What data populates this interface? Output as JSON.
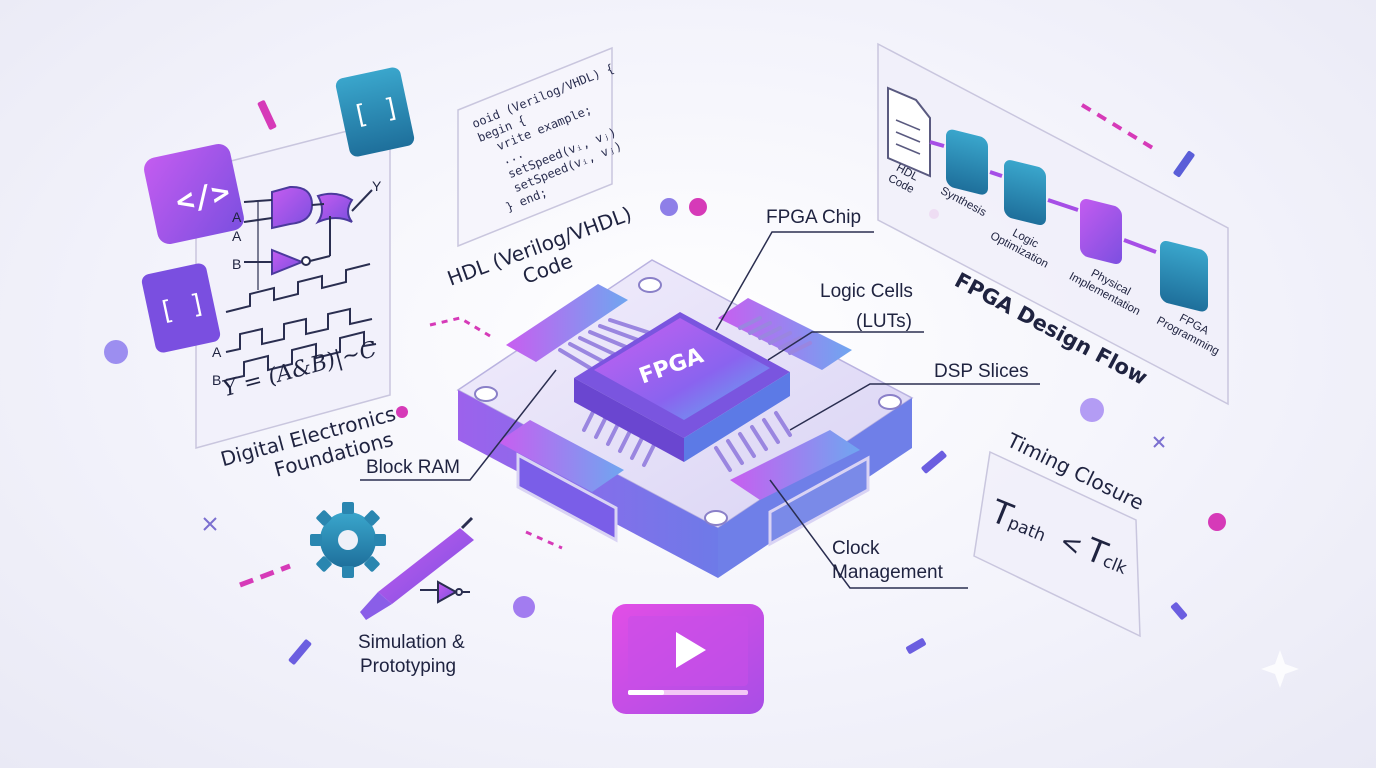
{
  "digital_panel": {
    "title_line1": "Digital Electronics",
    "title_line2": "Foundations",
    "equation": "Y = (A&B)|~C",
    "gate_inputs": [
      "A",
      "A",
      "B"
    ],
    "gate_output": "Y",
    "waveform_labels": [
      "A",
      "B"
    ],
    "code_tile_glyph": "</>",
    "bracket_tile_glyph": "[ ]"
  },
  "hdl_panel": {
    "code": "ooid (Verilog/VHDL) {\nbegin {\n  vrite example;\n  ...\n  setSpeed(vᵢ, vⱼ)\n  setSpeed(vᵢ, vⱼ)\n} end;",
    "title_line1": "HDL (Verilog/VHDL)",
    "title_line2": "Code"
  },
  "chip": {
    "label": "FPGA",
    "callouts": {
      "fpga_chip": "FPGA Chip",
      "logic_cells_1": "Logic Cells",
      "logic_cells_2": "(LUTs)",
      "dsp": "DSP Slices",
      "block_ram": "Block RAM",
      "clock_1": "Clock",
      "clock_2": "Management"
    }
  },
  "design_flow": {
    "title": "FPGA Design Flow",
    "steps": [
      {
        "label": "HDL\nCode"
      },
      {
        "label": "Synthesis"
      },
      {
        "label": "Logic\nOptimization"
      },
      {
        "label": "Physical\nImplementation"
      },
      {
        "label": "FPGA\nProgramming"
      }
    ]
  },
  "timing": {
    "title": "Timing Closure",
    "t_main": "T",
    "sub_path": "path",
    "lt": "<",
    "t_main2": "T",
    "sub_clk": "clk"
  },
  "simulation": {
    "label_1": "Simulation &",
    "label_2": "Prototyping"
  },
  "colors": {
    "accent_purple": "#a64ee6",
    "accent_magenta": "#d63ab8",
    "accent_blue": "#3f6fd8",
    "teal": "#2a8fb5",
    "ink": "#1f2340"
  }
}
